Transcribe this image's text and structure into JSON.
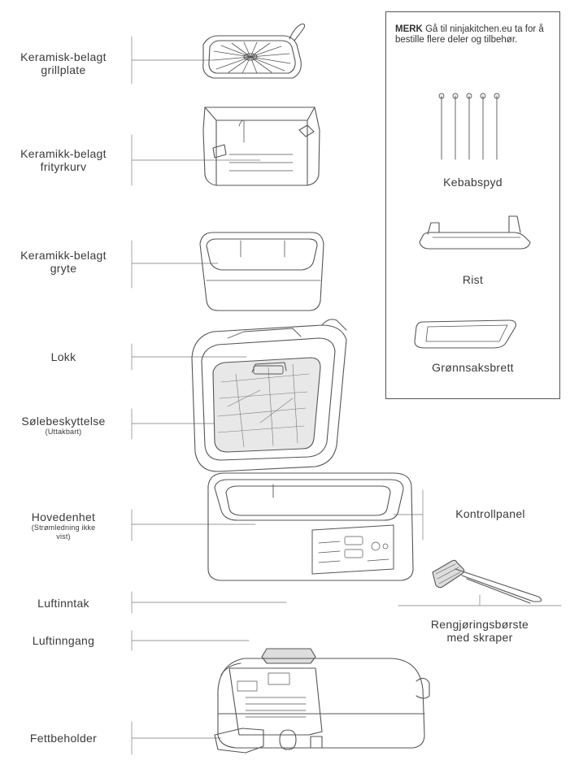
{
  "labels": {
    "grill_plate": [
      "Keramisk-belagt",
      "grillplate"
    ],
    "fryer_basket": [
      "Keramikk-belagt",
      "frityrkurv"
    ],
    "pot": [
      "Keramikk-belagt",
      "gryte"
    ],
    "lid": "Lokk",
    "splatter_shield": "Sølebeskyttelse",
    "splatter_shield_sub": "(Uttakbart)",
    "main_unit": "Hovedenhet",
    "main_unit_sub": [
      "(Strømledning ikke",
      "vist)"
    ],
    "control_panel": "Kontrollpanel",
    "air_intake": "Luftinntak",
    "air_inlet": "Luftinngang",
    "grease_container": "Fettbeholder",
    "cleaning_brush": [
      "Rengjøringsbørste",
      "med skraper"
    ]
  },
  "note": {
    "bold": "MERK",
    "text": " Gå til ninjakitchen.eu ta for å bestille flere deler og tilbehør."
  },
  "accessories": {
    "skewers": "Kebabspyd",
    "rack": "Rist",
    "vegetable_tray": "Grønnsaksbrett"
  },
  "colors": {
    "line": "#555555",
    "light_line": "#9a9a9a",
    "text": "#3a3a3a"
  }
}
